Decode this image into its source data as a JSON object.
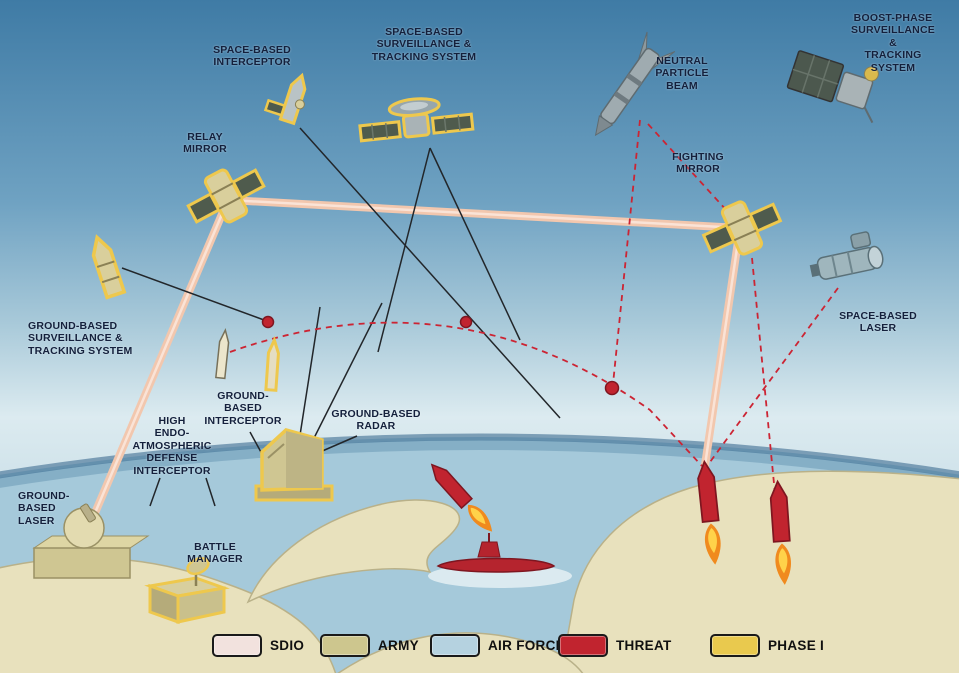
{
  "labels": {
    "space_based_interceptor": "SPACE-BASED\nINTERCEPTOR",
    "space_based_sts": "SPACE-BASED\nSURVEILLANCE &\nTRACKING SYSTEM",
    "boost_phase_sts": "BOOST-PHASE\nSURVEILLANCE &\nTRACKING SYSTEM",
    "neutral_particle_beam": "NEUTRAL\nPARTICLE\nBEAM",
    "relay_mirror": "RELAY\nMIRROR",
    "fighting_mirror": "FIGHTING\nMIRROR",
    "space_based_laser": "SPACE-BASED\nLASER",
    "ground_based_sts": "GROUND-BASED\nSURVEILLANCE &\nTRACKING SYSTEM",
    "ground_based_interceptor": "GROUND-\nBASED\nINTERCEPTOR",
    "high_endo_interceptor": "HIGH\nENDO-\nATMOSPHERIC\nDEFENSE\nINTERCEPTOR",
    "ground_based_radar": "GROUND-BASED\nRADAR",
    "ground_based_laser": "GROUND-\nBASED\nLASER",
    "battle_manager": "BATTLE\nMANAGER"
  },
  "legend": {
    "items": [
      {
        "label": "SDIO",
        "color": "#f2e2de"
      },
      {
        "label": "ARMY",
        "color": "#cdc68e"
      },
      {
        "label": "AIR FORCE",
        "color": "#b5d2e0"
      },
      {
        "label": "THREAT",
        "color": "#c1242f"
      },
      {
        "label": "PHASE I",
        "color": "#e9c94e"
      }
    ]
  },
  "colors": {
    "beam": "#f2c7ae",
    "threat_red": "#c1242f",
    "phase1_outline": "#eec84d",
    "land": "#e8e1bd",
    "water": "#a5c9da"
  }
}
